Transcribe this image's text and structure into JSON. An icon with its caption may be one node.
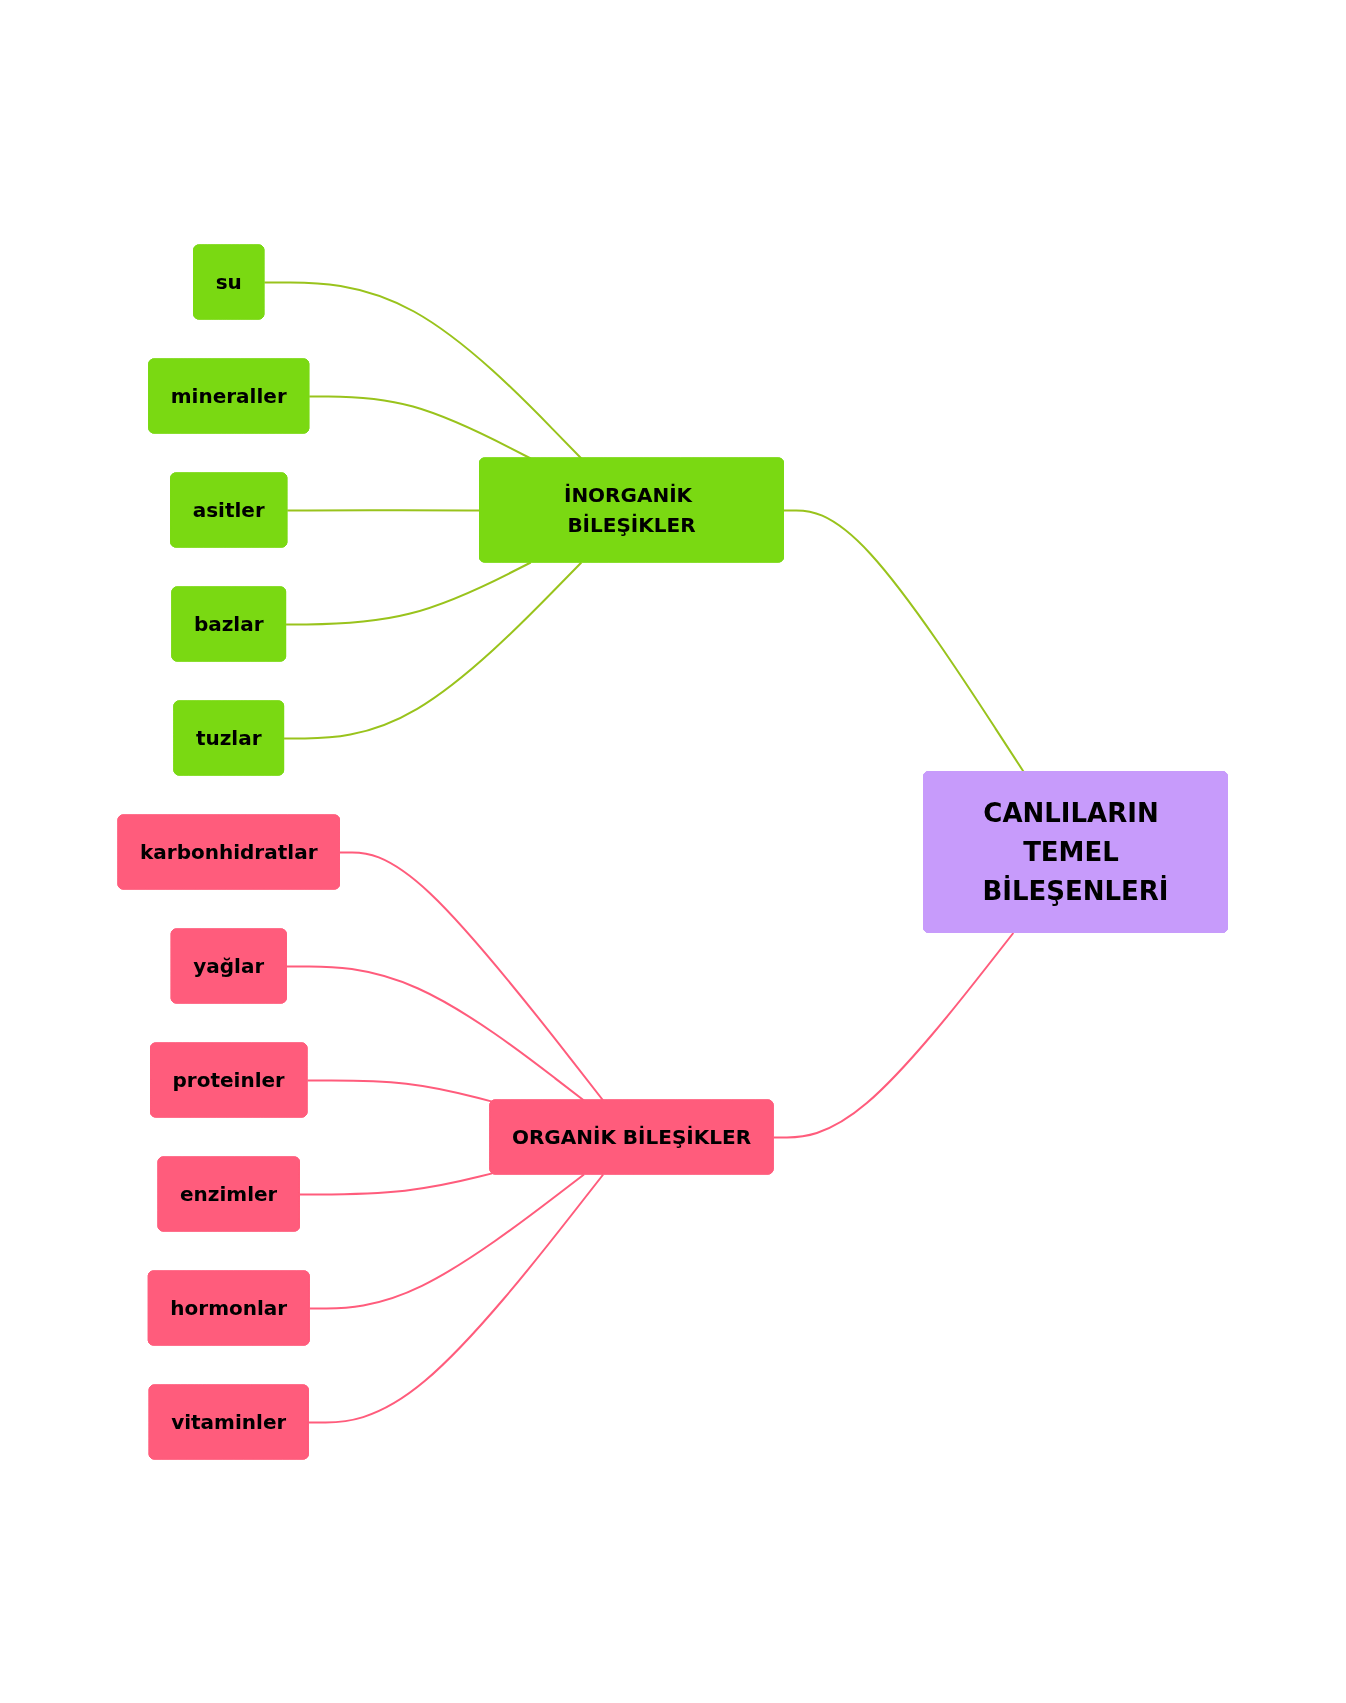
{
  "diagram": {
    "nodes": [
      {
        "text": [
          "CANLILARIN TEMEL BİLEŞENLERİ"
        ]
      },
      {
        "text": [
          "İNORGANİK BİLEŞİKLER"
        ]
      },
      {
        "text": [
          "su"
        ]
      },
      {
        "text": [
          "mineraller"
        ]
      },
      {
        "text": [
          "asitler"
        ]
      },
      {
        "text": [
          "bazlar"
        ]
      },
      {
        "text": [
          "tuzlar"
        ]
      },
      {
        "text": [
          "ORGANİK BİLEŞİKLER"
        ]
      },
      {
        "text": [
          "karbonhidratlar"
        ]
      },
      {
        "text": [
          "yağlar"
        ]
      },
      {
        "text": [
          "proteinler"
        ]
      },
      {
        "text": [
          "enzimler"
        ]
      },
      {
        "text": [
          "hormonlar"
        ]
      },
      {
        "text": [
          "vitaminler"
        ]
      }
    ],
    "edges": [
      {
        "from": 0,
        "to": 1,
        "arrow": "none",
        "color": "#99c31c"
      },
      {
        "from": 1,
        "to": 2,
        "arrow": "none",
        "color": "#99c31c"
      },
      {
        "from": 1,
        "to": 3,
        "arrow": "none",
        "color": "#99c31c"
      },
      {
        "from": 1,
        "to": 4,
        "arrow": "none",
        "color": "#99c31c"
      },
      {
        "from": 1,
        "to": 5,
        "arrow": "none",
        "color": "#99c31c"
      },
      {
        "from": 1,
        "to": 6,
        "arrow": "none",
        "color": "#99c31c"
      },
      {
        "from": 0,
        "to": 7,
        "arrow": "none"
      },
      {
        "from": 7,
        "to": 8,
        "arrow": "none"
      },
      {
        "from": 7,
        "to": 9,
        "arrow": "none"
      },
      {
        "from": 7,
        "to": 10,
        "arrow": "none"
      },
      {
        "from": 7,
        "to": 11,
        "arrow": "none"
      },
      {
        "from": 7,
        "to": 12,
        "arrow": "none"
      },
      {
        "from": 7,
        "to": 13,
        "arrow": "none"
      }
    ]
  }
}
